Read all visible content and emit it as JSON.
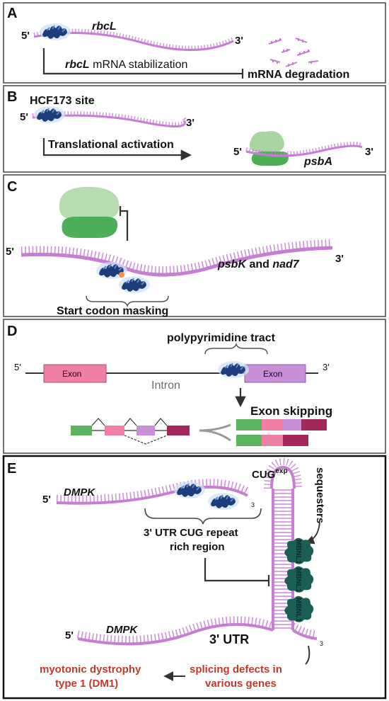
{
  "panels": {
    "a": {
      "letter": "A",
      "five": "5'",
      "three": "3'",
      "gene": "rbcL",
      "stabilization_gene": "rbcL",
      "stabilization_text": " mRNA stabilization",
      "degradation": "mRNA degradation"
    },
    "b": {
      "letter": "B",
      "site": "HCF173 site",
      "five": "5'",
      "three": "3'",
      "activation": "Translational activation",
      "five2": "5'",
      "three2": "3'",
      "gene": "psbA"
    },
    "c": {
      "letter": "C",
      "five": "5'",
      "three": "3'",
      "gene1": "psbK",
      "and_text": " and ",
      "gene2": "nad7",
      "masking": "Start codon masking"
    },
    "d": {
      "letter": "D",
      "tract": "polypyrimidine tract",
      "five": "5'",
      "three": "3'",
      "exon1": "Exon",
      "exon2": "Exon",
      "intron": "Intron",
      "skipping": "Exon skipping"
    },
    "e": {
      "letter": "E",
      "five_top": "5'",
      "gene_top": "DMPK",
      "three_top": "3",
      "cug": "CUG",
      "cug_sup": "exp",
      "sequesters": "sequesters",
      "repeat_line1": "3' UTR CUG repeat",
      "repeat_line2": "rich region",
      "mbnl": "MBNL1",
      "five_bottom": "5'",
      "gene_bottom": "DMPK",
      "utr": "3' UTR",
      "three_bottom": "3",
      "dm1_line1": "myotonic dystrophy",
      "dm1_line2": "type 1 (DM1)",
      "splice_line1": "splicing defects in",
      "splice_line2": "various genes"
    }
  },
  "colors": {
    "rna": "#c77dd4",
    "rna_tick": "#c77dd4",
    "protein": "#1d3d7a",
    "protein_light": "#5b86c9",
    "ribosome_large": "#a8d5a0",
    "ribosome_small": "#4cae57",
    "exon_pink": "#ef7fa4",
    "exon_purple": "#c98fd8",
    "exon_green": "#5ab55e",
    "exon_maroon": "#a3285a",
    "mbnl": "#1b5e55",
    "red_text": "#c0392b",
    "panel_border": "#444444"
  }
}
